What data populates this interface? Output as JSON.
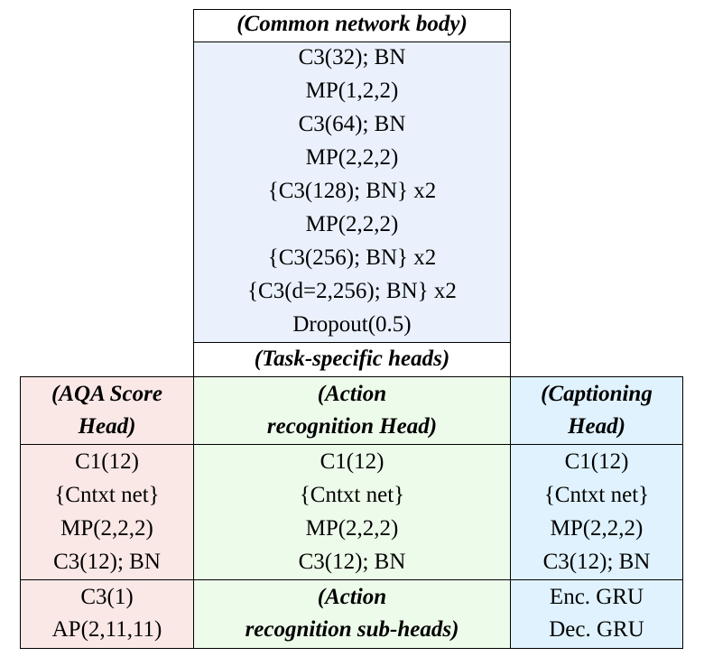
{
  "common_body": {
    "header": "(Common network body)",
    "layers": [
      "C3(32); BN",
      "MP(1,2,2)",
      "C3(64); BN",
      "MP(2,2,2)",
      "{C3(128); BN} x2",
      "MP(2,2,2)",
      "{C3(256); BN} x2",
      "{C3(d=2,256); BN} x2",
      "Dropout(0.5)"
    ]
  },
  "task_heads_header": "(Task-specific heads)",
  "aqa_head": {
    "title": [
      "(AQA Score",
      "Head)"
    ],
    "layers": [
      "C1(12)",
      "{Cntxt net}",
      "MP(2,2,2)",
      "C3(12); BN"
    ],
    "tail": [
      "C3(1)",
      "AP(2,11,11)"
    ]
  },
  "action_head": {
    "title": [
      "(Action",
      "recognition Head)"
    ],
    "layers": [
      "C1(12)",
      "{Cntxt net}",
      "MP(2,2,2)",
      "C3(12); BN"
    ],
    "tail": [
      "(Action",
      "recognition sub-heads)"
    ]
  },
  "captioning_head": {
    "title": [
      "(Captioning",
      "Head)"
    ],
    "layers": [
      "C1(12)",
      "{Cntxt net}",
      "MP(2,2,2)",
      "C3(12); BN"
    ],
    "tail": [
      "Enc. GRU",
      "Dec. GRU"
    ]
  }
}
